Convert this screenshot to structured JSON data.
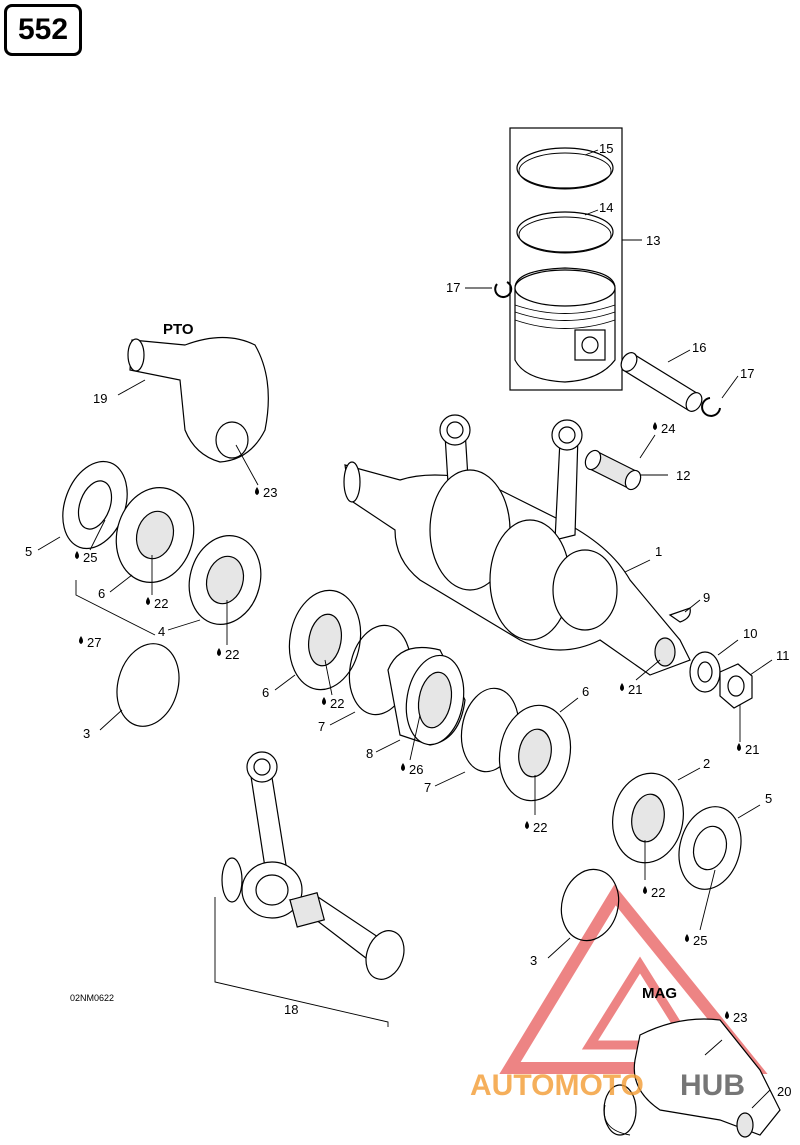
{
  "page": {
    "number": "552",
    "drawing_code": "02NM0622"
  },
  "side_labels": {
    "pto": "PTO",
    "mag": "MAG"
  },
  "callouts": {
    "c1": "1",
    "c2": "2",
    "c3a": "3",
    "c3b": "3",
    "c4": "4",
    "c5a": "5",
    "c5b": "5",
    "c6a": "6",
    "c6b": "6",
    "c6c": "6",
    "c7a": "7",
    "c7b": "7",
    "c8": "8",
    "c9": "9",
    "c10": "10",
    "c11": "11",
    "c12": "12",
    "c13": "13",
    "c14": "14",
    "c15": "15",
    "c16": "16",
    "c17a": "17",
    "c17b": "17",
    "c18": "18",
    "c19": "19",
    "c20": "20"
  },
  "lubricants": {
    "l21a": "21",
    "l21b": "21",
    "l22a": "22",
    "l22b": "22",
    "l22c": "22",
    "l22d": "22",
    "l22e": "22",
    "l23a": "23",
    "l23b": "23",
    "l24": "24",
    "l25a": "25",
    "l25b": "25",
    "l26": "26",
    "l27": "27"
  },
  "watermark": {
    "text_auto": "AUTOMOTO",
    "text_hub": "HUB",
    "colors": {
      "triangle": "#e02020",
      "auto": "#f39c33",
      "hub": "#555555"
    }
  }
}
